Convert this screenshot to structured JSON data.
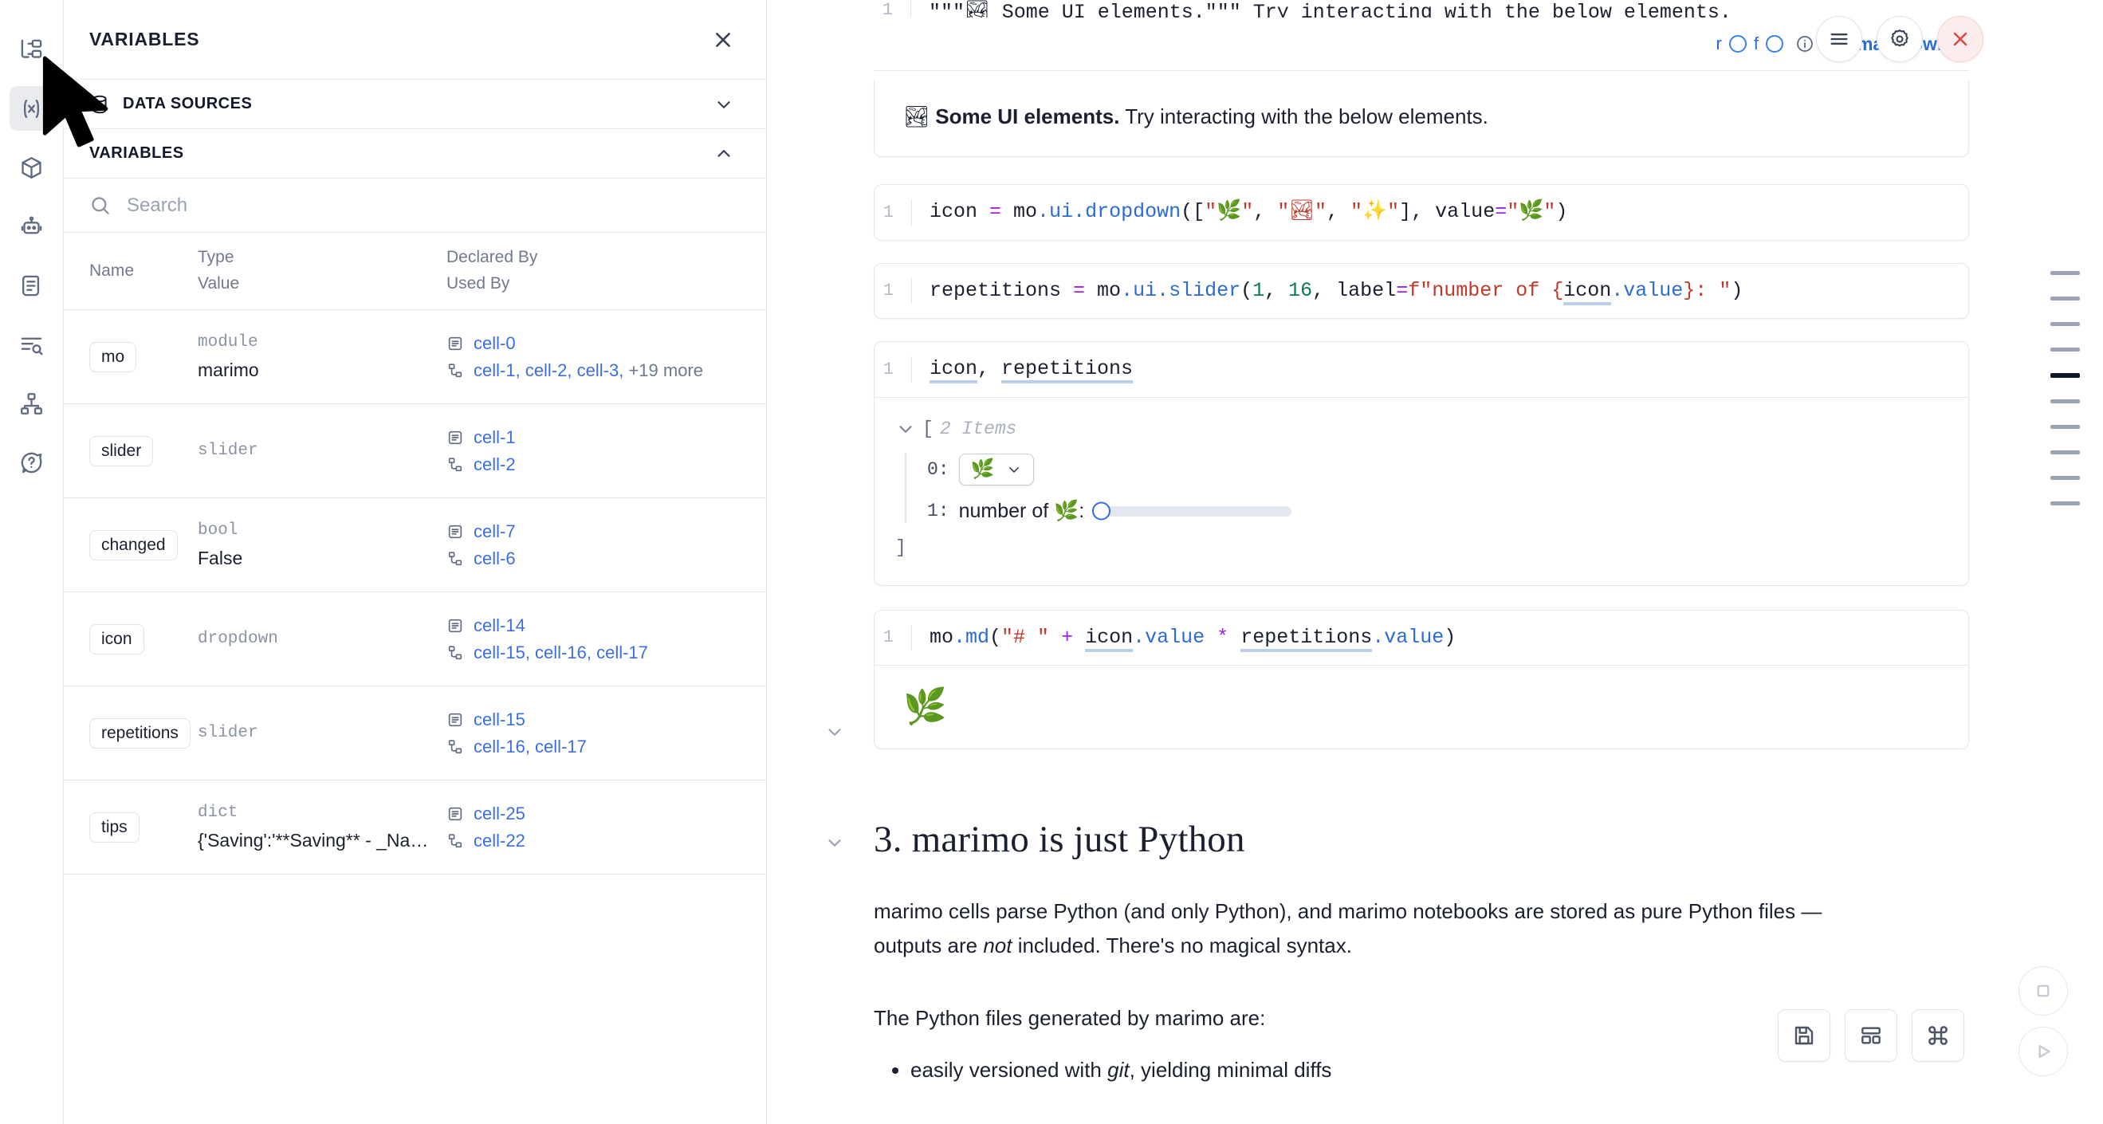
{
  "rail": {
    "items": [
      {
        "name": "file-explorer-icon",
        "label": "File explorer"
      },
      {
        "name": "variables-icon",
        "label": "Variables",
        "active": true
      },
      {
        "name": "packages-icon",
        "label": "Packages"
      },
      {
        "name": "chat-bot-icon",
        "label": "AI assistant"
      },
      {
        "name": "documentation-icon",
        "label": "Documentation"
      },
      {
        "name": "outline-search-icon",
        "label": "Outline"
      },
      {
        "name": "dependency-graph-icon",
        "label": "Dependency graph"
      },
      {
        "name": "help-icon",
        "label": "Help"
      }
    ]
  },
  "panel": {
    "title": "VARIABLES",
    "close_label": "×",
    "sections": [
      {
        "label": "DATA SOURCES",
        "icon": "database-icon",
        "expanded": false,
        "chevron": "chevron-down"
      },
      {
        "label": "VARIABLES",
        "icon": "",
        "expanded": true,
        "chevron": "chevron-up"
      }
    ],
    "search": {
      "placeholder": "Search",
      "value": ""
    },
    "table": {
      "headers": {
        "name": "Name",
        "type": "Type",
        "value": "Value",
        "declared_by": "Declared By",
        "used_by": "Used By"
      },
      "rows": [
        {
          "name": "mo",
          "type": "module",
          "value": "marimo",
          "declared_by": [
            "cell-0"
          ],
          "used_by": [
            "cell-1",
            "cell-2",
            "cell-3"
          ],
          "used_by_more": "+19 more"
        },
        {
          "name": "slider",
          "type": "slider",
          "value": "",
          "declared_by": [
            "cell-1"
          ],
          "used_by": [
            "cell-2"
          ],
          "used_by_more": ""
        },
        {
          "name": "changed",
          "type": "bool",
          "value": "False",
          "declared_by": [
            "cell-7"
          ],
          "used_by": [
            "cell-6"
          ],
          "used_by_more": ""
        },
        {
          "name": "icon",
          "type": "dropdown",
          "value": "",
          "declared_by": [
            "cell-14"
          ],
          "used_by": [
            "cell-15",
            "cell-16",
            "cell-17"
          ],
          "used_by_more": ""
        },
        {
          "name": "repetitions",
          "type": "slider",
          "value": "",
          "declared_by": [
            "cell-15"
          ],
          "used_by": [
            "cell-16",
            "cell-17"
          ],
          "used_by_more": ""
        },
        {
          "name": "tips",
          "type": "dict",
          "value": "{'Saving':'**Saving** - _Na…",
          "declared_by": [
            "cell-25"
          ],
          "used_by": [
            "cell-22"
          ],
          "used_by_more": ""
        }
      ]
    }
  },
  "notebook": {
    "partial_cell": {
      "line_number": "1",
      "code": "\"\"\"🏞 Some UI elements.\"\"\" Try interacting with the below elements."
    },
    "toolbar": {
      "r_label": "r",
      "f_label": "f",
      "info_icon": "info-icon",
      "language": "markdown",
      "menu_icon": "hamburger-icon",
      "settings_icon": "gear-icon",
      "close_icon": "close-icon"
    },
    "markdown_output": {
      "emoji": "🏞",
      "bold": "Some UI elements.",
      "rest": " Try interacting with the below elements."
    },
    "cells": [
      {
        "id": "cell-dropdown",
        "line_number": "1",
        "code_parts": [
          {
            "t": "icon ",
            "c": "plain"
          },
          {
            "t": "=",
            "c": "op"
          },
          {
            "t": " mo",
            "c": "plain"
          },
          {
            "t": ".ui",
            "c": "attr"
          },
          {
            "t": ".dropdown",
            "c": "attr"
          },
          {
            "t": "([",
            "c": "plain"
          },
          {
            "t": "\"🌿\"",
            "c": "str"
          },
          {
            "t": ", ",
            "c": "plain"
          },
          {
            "t": "\"🏞\"",
            "c": "str"
          },
          {
            "t": ", ",
            "c": "plain"
          },
          {
            "t": "\"✨\"",
            "c": "str"
          },
          {
            "t": "], value",
            "c": "plain"
          },
          {
            "t": "=",
            "c": "op"
          },
          {
            "t": "\"🌿\"",
            "c": "str"
          },
          {
            "t": ")",
            "c": "plain"
          }
        ]
      },
      {
        "id": "cell-slider",
        "line_number": "1",
        "code_parts": [
          {
            "t": "repetitions ",
            "c": "plain"
          },
          {
            "t": "=",
            "c": "op"
          },
          {
            "t": " mo",
            "c": "plain"
          },
          {
            "t": ".ui",
            "c": "attr"
          },
          {
            "t": ".slider",
            "c": "attr"
          },
          {
            "t": "(",
            "c": "plain"
          },
          {
            "t": "1",
            "c": "num"
          },
          {
            "t": ", ",
            "c": "plain"
          },
          {
            "t": "16",
            "c": "num"
          },
          {
            "t": ", label",
            "c": "plain"
          },
          {
            "t": "=",
            "c": "op"
          },
          {
            "t": "f\"number of {",
            "c": "str"
          },
          {
            "t": "icon",
            "c": "uline"
          },
          {
            "t": ".value",
            "c": "attr"
          },
          {
            "t": "}: \"",
            "c": "str"
          },
          {
            "t": ")",
            "c": "plain"
          }
        ]
      }
    ],
    "display_cell": {
      "line_number": "1",
      "code": "icon, repetitions",
      "output": {
        "summary_open": "[",
        "summary_items": "2 Items",
        "summary_close": "]",
        "items": [
          {
            "key": "0:",
            "kind": "dropdown",
            "value_emoji": "🌿"
          },
          {
            "key": "1:",
            "kind": "slider",
            "label": "number of 🌿:",
            "min": 1,
            "max": 16,
            "value": 1
          }
        ]
      }
    },
    "md_cell": {
      "line_number": "1",
      "code_parts": [
        {
          "t": "mo",
          "c": "plain"
        },
        {
          "t": ".md",
          "c": "attr"
        },
        {
          "t": "(",
          "c": "plain"
        },
        {
          "t": "\"# \"",
          "c": "str"
        },
        {
          "t": " ",
          "c": "plain"
        },
        {
          "t": "+",
          "c": "op"
        },
        {
          "t": " ",
          "c": "plain"
        },
        {
          "t": "icon",
          "c": "uline"
        },
        {
          "t": ".value",
          "c": "attr"
        },
        {
          "t": " ",
          "c": "plain"
        },
        {
          "t": "*",
          "c": "op"
        },
        {
          "t": " ",
          "c": "plain"
        },
        {
          "t": "repetitions",
          "c": "uline"
        },
        {
          "t": ".value",
          "c": "attr"
        },
        {
          "t": ")",
          "c": "plain"
        }
      ],
      "output_emoji": "🌿"
    },
    "section": {
      "heading": "3. marimo is just Python",
      "paragraph1": "marimo cells parse Python (and only Python), and marimo notebooks are stored as pure Python files — outputs are ",
      "paragraph1_italic": "not",
      "paragraph1_tail": " included. There's no magical syntax.",
      "paragraph2": "The Python files generated by marimo are:",
      "bullets": [
        {
          "pre": "easily versioned with ",
          "em": "git",
          "post": ", yielding minimal diffs"
        }
      ]
    },
    "minimap": {
      "bars": [
        {
          "active": false
        },
        {
          "active": false
        },
        {
          "active": false
        },
        {
          "active": false
        },
        {
          "active": true
        },
        {
          "active": false
        },
        {
          "active": false
        },
        {
          "active": false
        },
        {
          "active": false
        },
        {
          "active": false
        }
      ]
    },
    "fabs": [
      {
        "name": "save-button",
        "icon": "floppy-disk-icon"
      },
      {
        "name": "layout-button",
        "icon": "layout-icon"
      },
      {
        "name": "command-palette-button",
        "icon": "command-icon"
      }
    ],
    "fab_circles": [
      {
        "name": "interrupt-button",
        "icon": "stop-square-icon"
      },
      {
        "name": "run-all-button",
        "icon": "play-triangle-icon"
      }
    ]
  },
  "colors": {
    "accent_blue": "#2b6cd4",
    "link_blue": "#3b6fe0",
    "danger": "#d94b46",
    "muted": "#6f7a8d"
  }
}
